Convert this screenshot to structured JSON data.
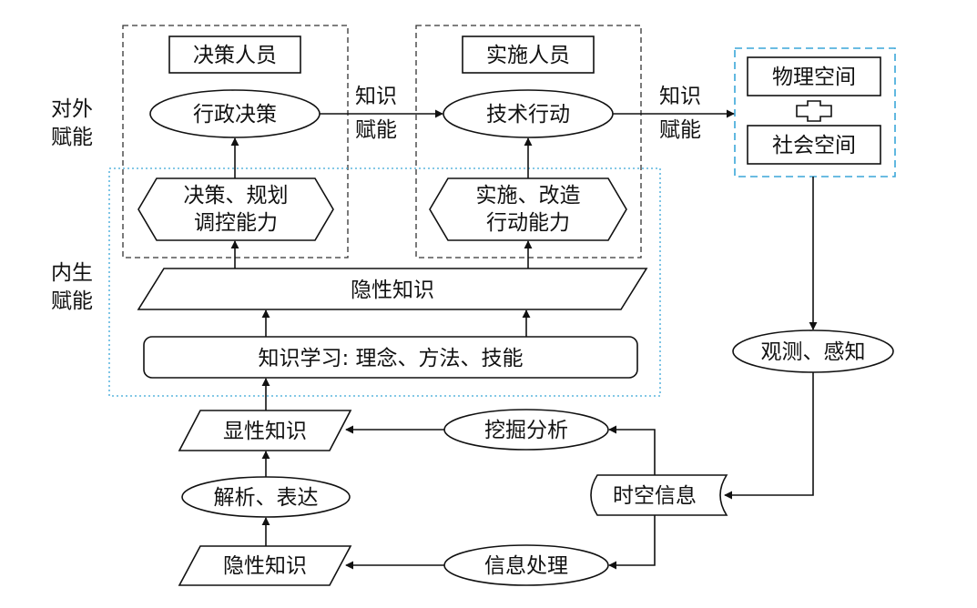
{
  "side_labels": {
    "external": [
      "对外",
      "赋能"
    ],
    "internal": [
      "内生",
      "赋能"
    ]
  },
  "decision_group": {
    "role": "决策人员",
    "action": "行政决策",
    "capability": [
      "决策、规划",
      "调控能力"
    ]
  },
  "implement_group": {
    "role": "实施人员",
    "action": "技术行动",
    "capability": [
      "实施、改造",
      "行动能力"
    ]
  },
  "space_group": {
    "physical": "物理空间",
    "social": "社会空间"
  },
  "knowledge_empower_1": [
    "知识",
    "赋能"
  ],
  "knowledge_empower_2": [
    "知识",
    "赋能"
  ],
  "tacit_knowledge_top": "隐性知识",
  "knowledge_learning": "知识学习: 理念、方法、技能",
  "explicit_knowledge": "显性知识",
  "mining_analysis": "挖掘分析",
  "observation": "观测、感知",
  "spatiotemporal_info": "时空信息",
  "parse_express": "解析、表达",
  "tacit_knowledge_bottom": "隐性知识",
  "info_processing": "信息处理"
}
